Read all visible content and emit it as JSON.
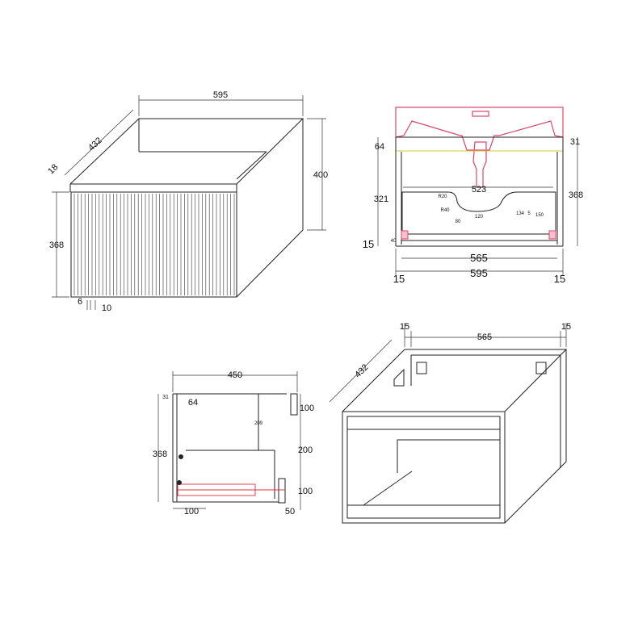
{
  "colors": {
    "line": "#222222",
    "basin": "#d9466a",
    "drawer_slide": "#e0303a",
    "yellow_line": "#d8c43a"
  },
  "views": {
    "front_iso": {
      "width": "595",
      "depth": "432",
      "top": "18",
      "height_total": "400",
      "front_height": "368",
      "gap_a": "6",
      "gap_b": "10"
    },
    "front_elevation": {
      "basin_offset": "64",
      "right_offset": "31",
      "inner_height": "321",
      "overall_height": "368",
      "basin_width": "523",
      "r20": "R20",
      "r40": "R40",
      "dim_80": "80",
      "dim_120": "120",
      "dim_134": "134",
      "dim_5": "5",
      "dim_150": "150",
      "bottom_gap": "15",
      "small_40": "40",
      "inner_width": "565",
      "left_side": "15",
      "outer_width": "595",
      "right_side": "15"
    },
    "side_section": {
      "depth": "450",
      "top_offset": "31",
      "basin_depth": "64",
      "dim_209": "209",
      "height": "368",
      "top_spacing": "100",
      "mid_spacing": "200",
      "low_spacing": "100",
      "bottom_dim": "100",
      "back_dim": "50"
    },
    "carcass_iso": {
      "left": "15",
      "inner": "565",
      "right": "15",
      "depth": "432"
    }
  }
}
